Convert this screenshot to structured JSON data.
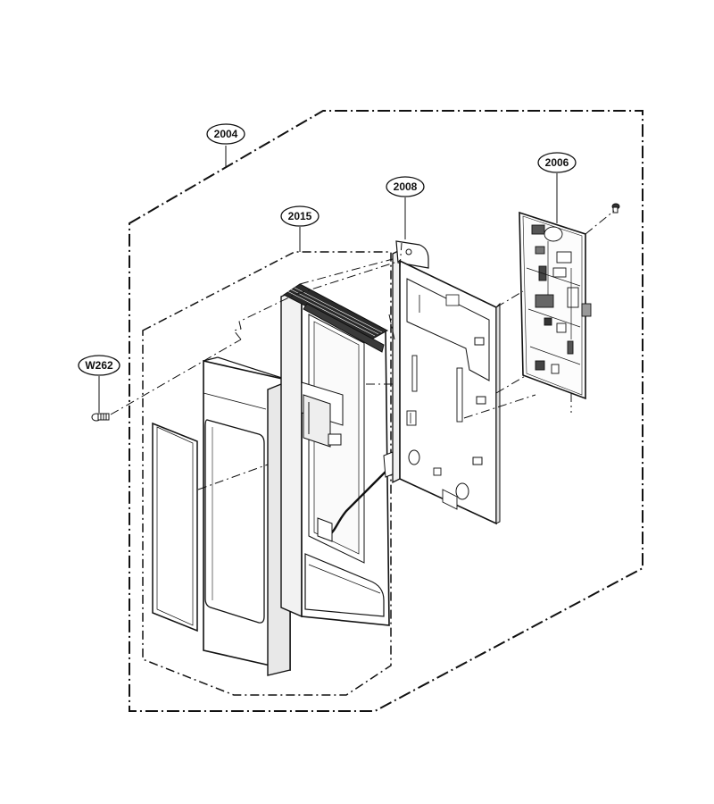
{
  "callouts": {
    "assembly_2004": "2004",
    "part_2015": "2015",
    "part_2008": "2008",
    "part_2006": "2006",
    "screw_w262": "W262"
  },
  "colors": {
    "line": "#111111",
    "background": "#ffffff",
    "part_fill": "#ffffff",
    "shade": "#d8d8d8"
  }
}
